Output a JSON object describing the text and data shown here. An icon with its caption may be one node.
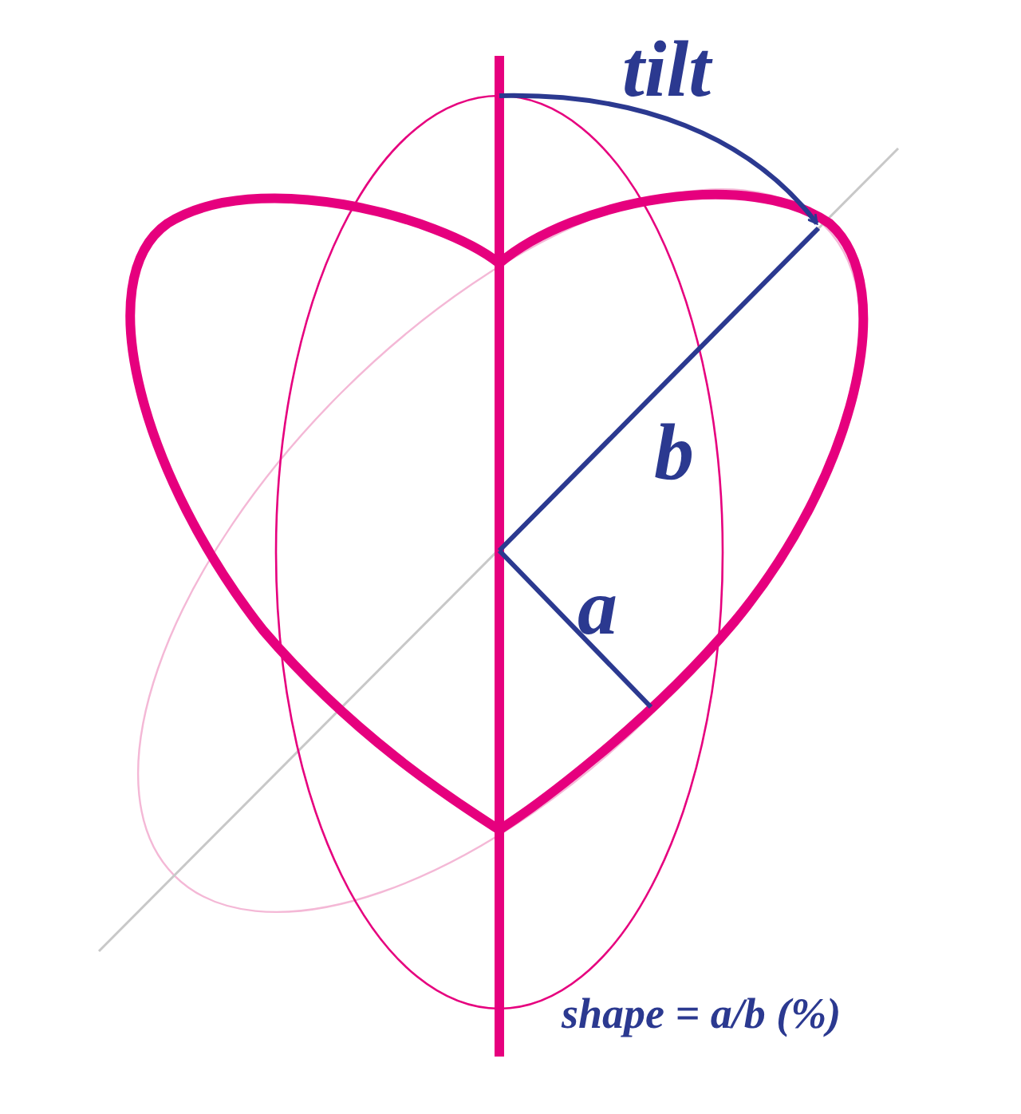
{
  "diagram": {
    "labels": [
      "tilt",
      "b",
      "a",
      "shape = a/b (%)"
    ]
  }
}
